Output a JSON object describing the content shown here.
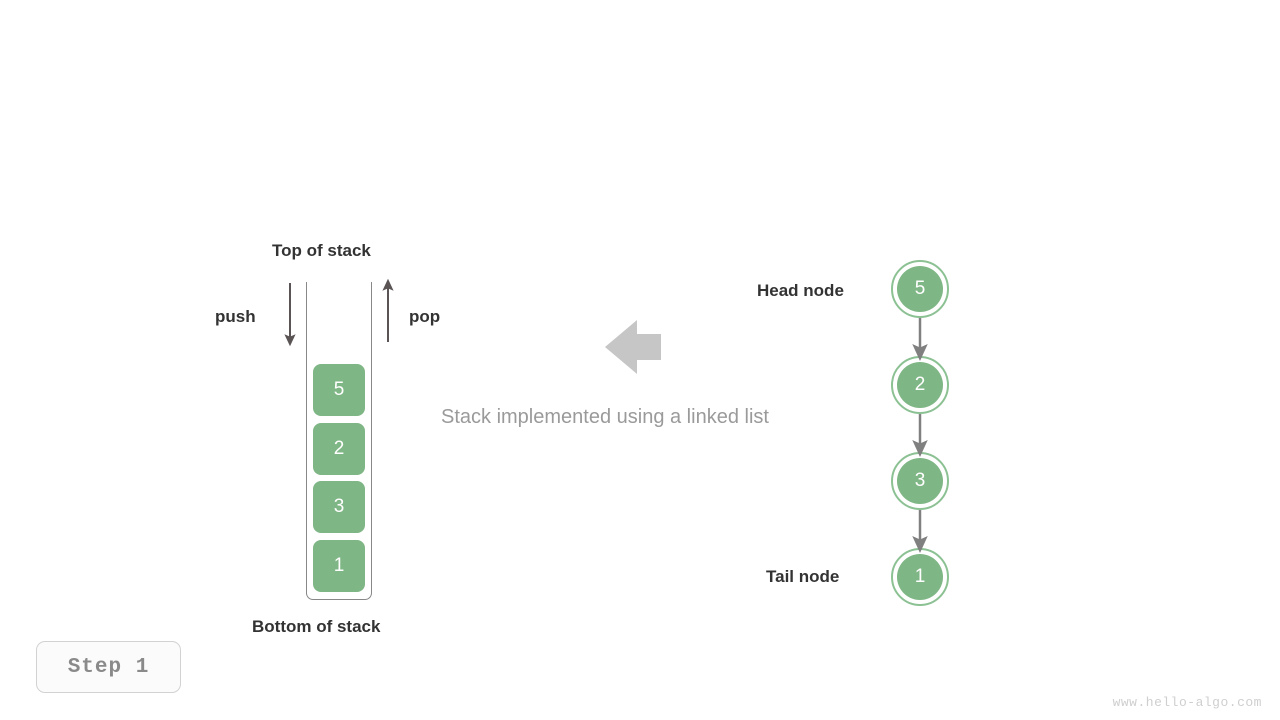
{
  "page": {
    "background_color": "#ffffff",
    "accent_green": "#7fb685",
    "node_ring_green": "#8cc193",
    "arrow_gray": "#5a5455",
    "big_arrow_gray": "#c6c6c6",
    "caption_gray": "#9a9a9a",
    "label_dark": "#333333"
  },
  "stack": {
    "top_label": "Top of stack",
    "bottom_label": "Bottom of stack",
    "push_label": "push",
    "pop_label": "pop",
    "cells": [
      {
        "value": "5"
      },
      {
        "value": "2"
      },
      {
        "value": "3"
      },
      {
        "value": "1"
      }
    ]
  },
  "caption": {
    "text": "Stack implemented using a linked list"
  },
  "transform_arrow": {
    "direction": "left",
    "name": "left-block-arrow"
  },
  "linked_list": {
    "head_label": "Head node",
    "tail_label": "Tail node",
    "nodes": [
      {
        "value": "5"
      },
      {
        "value": "2"
      },
      {
        "value": "3"
      },
      {
        "value": "1"
      }
    ]
  },
  "step_badge": {
    "text": "Step 1"
  },
  "watermark": {
    "text": "www.hello-algo.com"
  }
}
